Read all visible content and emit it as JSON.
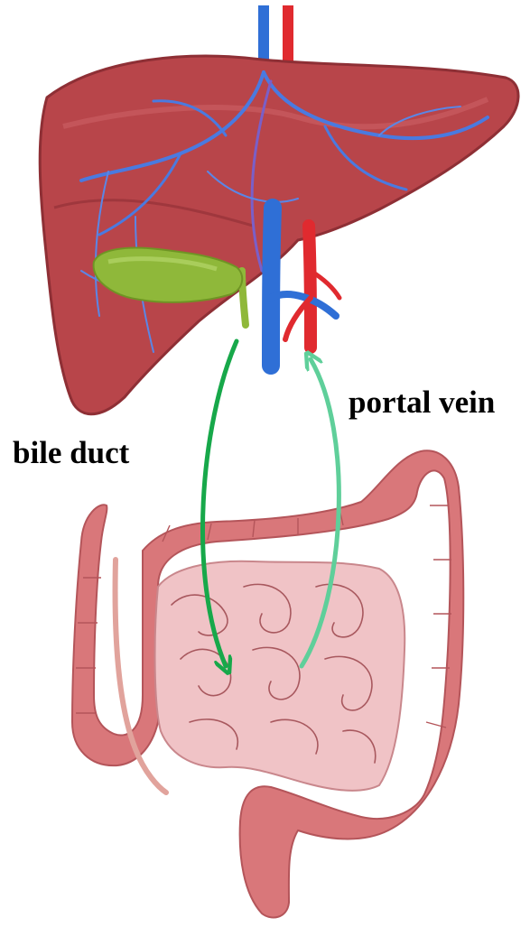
{
  "labels": {
    "bile_duct": "bile duct",
    "portal_vein": "portal vein"
  },
  "colors": {
    "liver": "#b8454a",
    "liver_dark": "#8e2f35",
    "gallbladder": "#8fb83a",
    "vein_blue": "#2f6fd6",
    "artery_red": "#e02a2f",
    "intestine": "#d9777a",
    "small_intestine": "#f0c3c6",
    "arrow_bile_duct": "#17a84a",
    "arrow_portal_vein": "#5fcf9a"
  },
  "arrows": [
    {
      "from": "liver",
      "to": "intestine",
      "via": "bile duct"
    },
    {
      "from": "intestine",
      "to": "liver",
      "via": "portal vein"
    }
  ]
}
